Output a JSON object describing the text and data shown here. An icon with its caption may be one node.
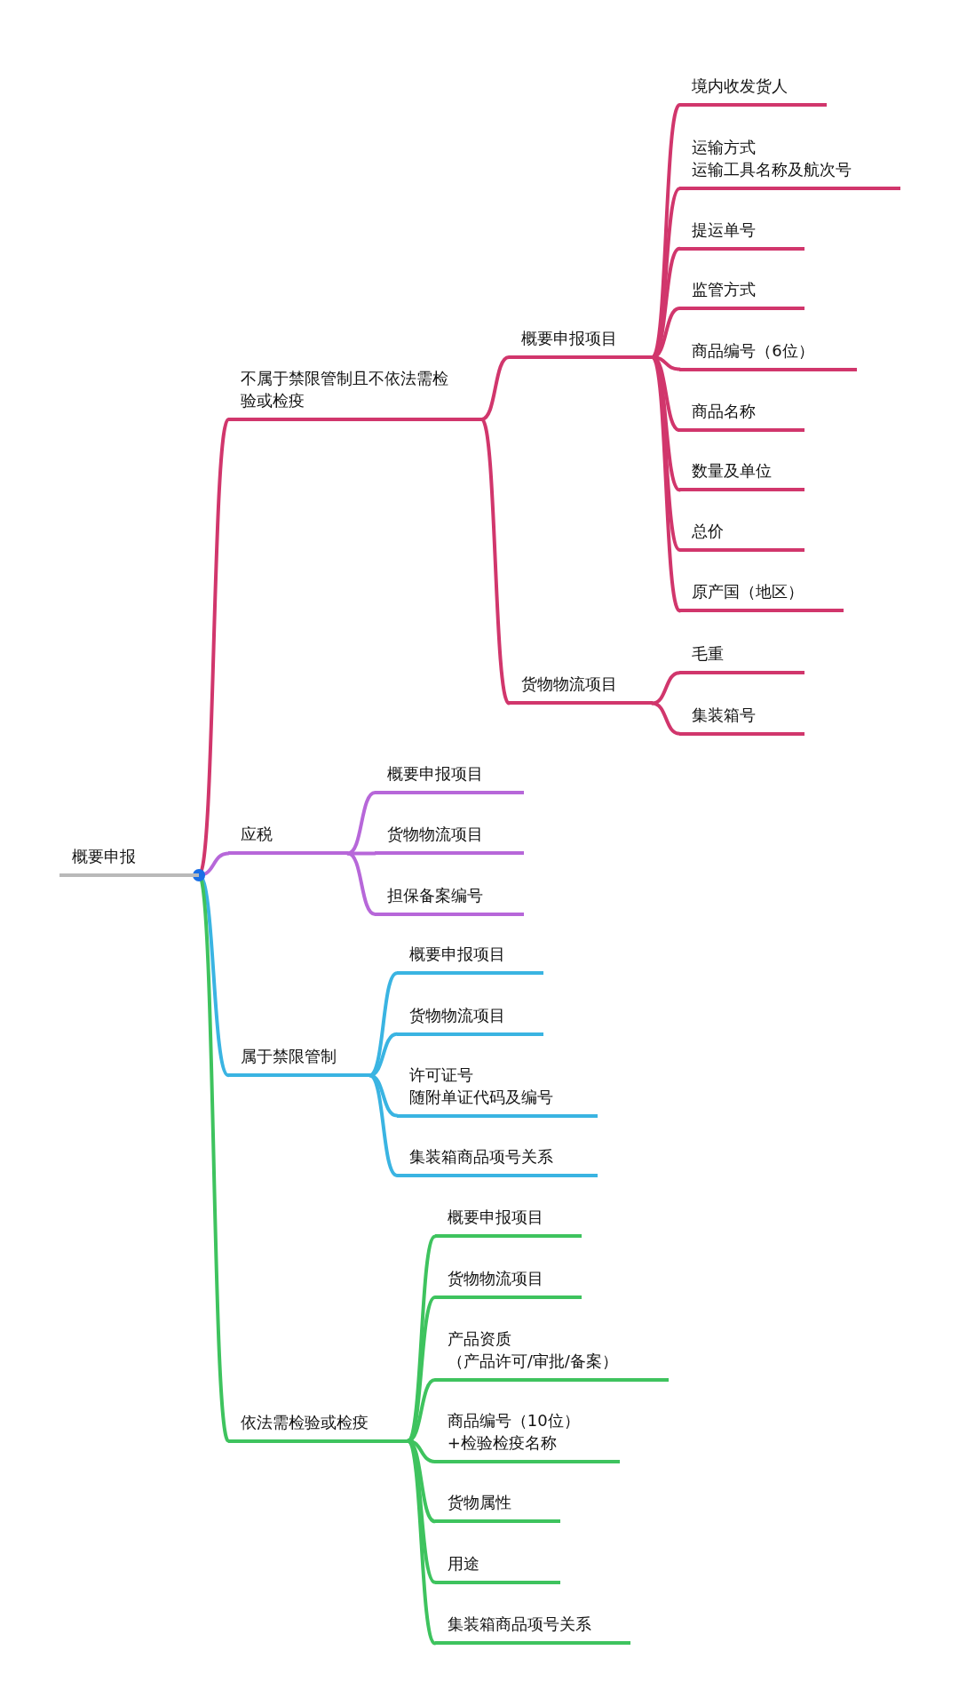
{
  "diagram": {
    "nodes": [
      {
        "text": [
          "概要申报"
        ]
      },
      {
        "text": [
          "不属于禁限管制且不依法需检验或检疫"
        ]
      },
      {
        "text": [
          "概要申报项目"
        ]
      },
      {
        "text": [
          "境内收发货人"
        ]
      },
      {
        "text": [
          "运输方式",
          "运输工具名称及航次号"
        ]
      },
      {
        "text": [
          "提运单号"
        ]
      },
      {
        "text": [
          "监管方式"
        ]
      },
      {
        "text": [
          "商品编号（6位）"
        ]
      },
      {
        "text": [
          "商品名称"
        ]
      },
      {
        "text": [
          "数量及单位"
        ]
      },
      {
        "text": [
          "总价"
        ]
      },
      {
        "text": [
          "原产国（地区）"
        ]
      },
      {
        "text": [
          "货物物流项目"
        ]
      },
      {
        "text": [
          "毛重"
        ]
      },
      {
        "text": [
          "集装箱号"
        ]
      },
      {
        "text": [
          "应税"
        ]
      },
      {
        "text": [
          "概要申报项目"
        ]
      },
      {
        "text": [
          "货物物流项目"
        ]
      },
      {
        "text": [
          "担保备案编号"
        ]
      },
      {
        "text": [
          "属于禁限管制"
        ]
      },
      {
        "text": [
          "概要申报项目"
        ]
      },
      {
        "text": [
          "货物物流项目"
        ]
      },
      {
        "text": [
          "许可证号",
          "随附单证代码及编号"
        ]
      },
      {
        "text": [
          "集装箱商品项号关系"
        ]
      },
      {
        "text": [
          "依法需检验或检疫"
        ]
      },
      {
        "text": [
          "概要申报项目"
        ]
      },
      {
        "text": [
          "货物物流项目"
        ]
      },
      {
        "text": [
          "产品资质",
          "（产品许可/审批/备案）"
        ]
      },
      {
        "text": [
          "商品编号（10位）",
          "+检验检疫名称"
        ]
      },
      {
        "text": [
          "货物属性"
        ]
      },
      {
        "text": [
          "用途"
        ]
      },
      {
        "text": [
          "集装箱商品项号关系"
        ]
      }
    ],
    "edges": [
      {
        "from": 0,
        "to": 1,
        "arrow": "none"
      },
      {
        "from": 1,
        "to": 2,
        "arrow": "none"
      },
      {
        "from": 2,
        "to": 3,
        "arrow": "none"
      },
      {
        "from": 2,
        "to": 4,
        "arrow": "none"
      },
      {
        "from": 2,
        "to": 5,
        "arrow": "none"
      },
      {
        "from": 2,
        "to": 6,
        "arrow": "none"
      },
      {
        "from": 2,
        "to": 7,
        "arrow": "none"
      },
      {
        "from": 2,
        "to": 8,
        "arrow": "none"
      },
      {
        "from": 2,
        "to": 9,
        "arrow": "none"
      },
      {
        "from": 2,
        "to": 10,
        "arrow": "none"
      },
      {
        "from": 2,
        "to": 11,
        "arrow": "none"
      },
      {
        "from": 1,
        "to": 12,
        "arrow": "none"
      },
      {
        "from": 12,
        "to": 13,
        "arrow": "none"
      },
      {
        "from": 12,
        "to": 14,
        "arrow": "none"
      },
      {
        "from": 0,
        "to": 15,
        "arrow": "none",
        "color": "#b767d9"
      },
      {
        "from": 15,
        "to": 16,
        "arrow": "none",
        "color": "#b767d9"
      },
      {
        "from": 15,
        "to": 17,
        "arrow": "none",
        "color": "#b767d9"
      },
      {
        "from": 15,
        "to": 18,
        "arrow": "none",
        "color": "#b767d9"
      },
      {
        "from": 0,
        "to": 19,
        "arrow": "none",
        "color": "#3ab4e2"
      },
      {
        "from": 19,
        "to": 20,
        "arrow": "none",
        "color": "#3ab4e2"
      },
      {
        "from": 19,
        "to": 21,
        "arrow": "none",
        "color": "#3ab4e2"
      },
      {
        "from": 19,
        "to": 22,
        "arrow": "none",
        "color": "#3ab4e2"
      },
      {
        "from": 19,
        "to": 23,
        "arrow": "none",
        "color": "#3ab4e2"
      },
      {
        "from": 0,
        "to": 24,
        "arrow": "none",
        "color": "#3ec35e"
      },
      {
        "from": 24,
        "to": 25,
        "arrow": "none",
        "color": "#3ec35e"
      },
      {
        "from": 24,
        "to": 26,
        "arrow": "none",
        "color": "#3ec35e"
      },
      {
        "from": 24,
        "to": 27,
        "arrow": "none",
        "color": "#3ec35e"
      },
      {
        "from": 24,
        "to": 28,
        "arrow": "none",
        "color": "#3ec35e"
      },
      {
        "from": 24,
        "to": 29,
        "arrow": "none",
        "color": "#3ec35e"
      },
      {
        "from": 24,
        "to": 30,
        "arrow": "none",
        "color": "#3ec35e"
      },
      {
        "from": 24,
        "to": 31,
        "arrow": "none",
        "color": "#3ec35e"
      }
    ]
  }
}
